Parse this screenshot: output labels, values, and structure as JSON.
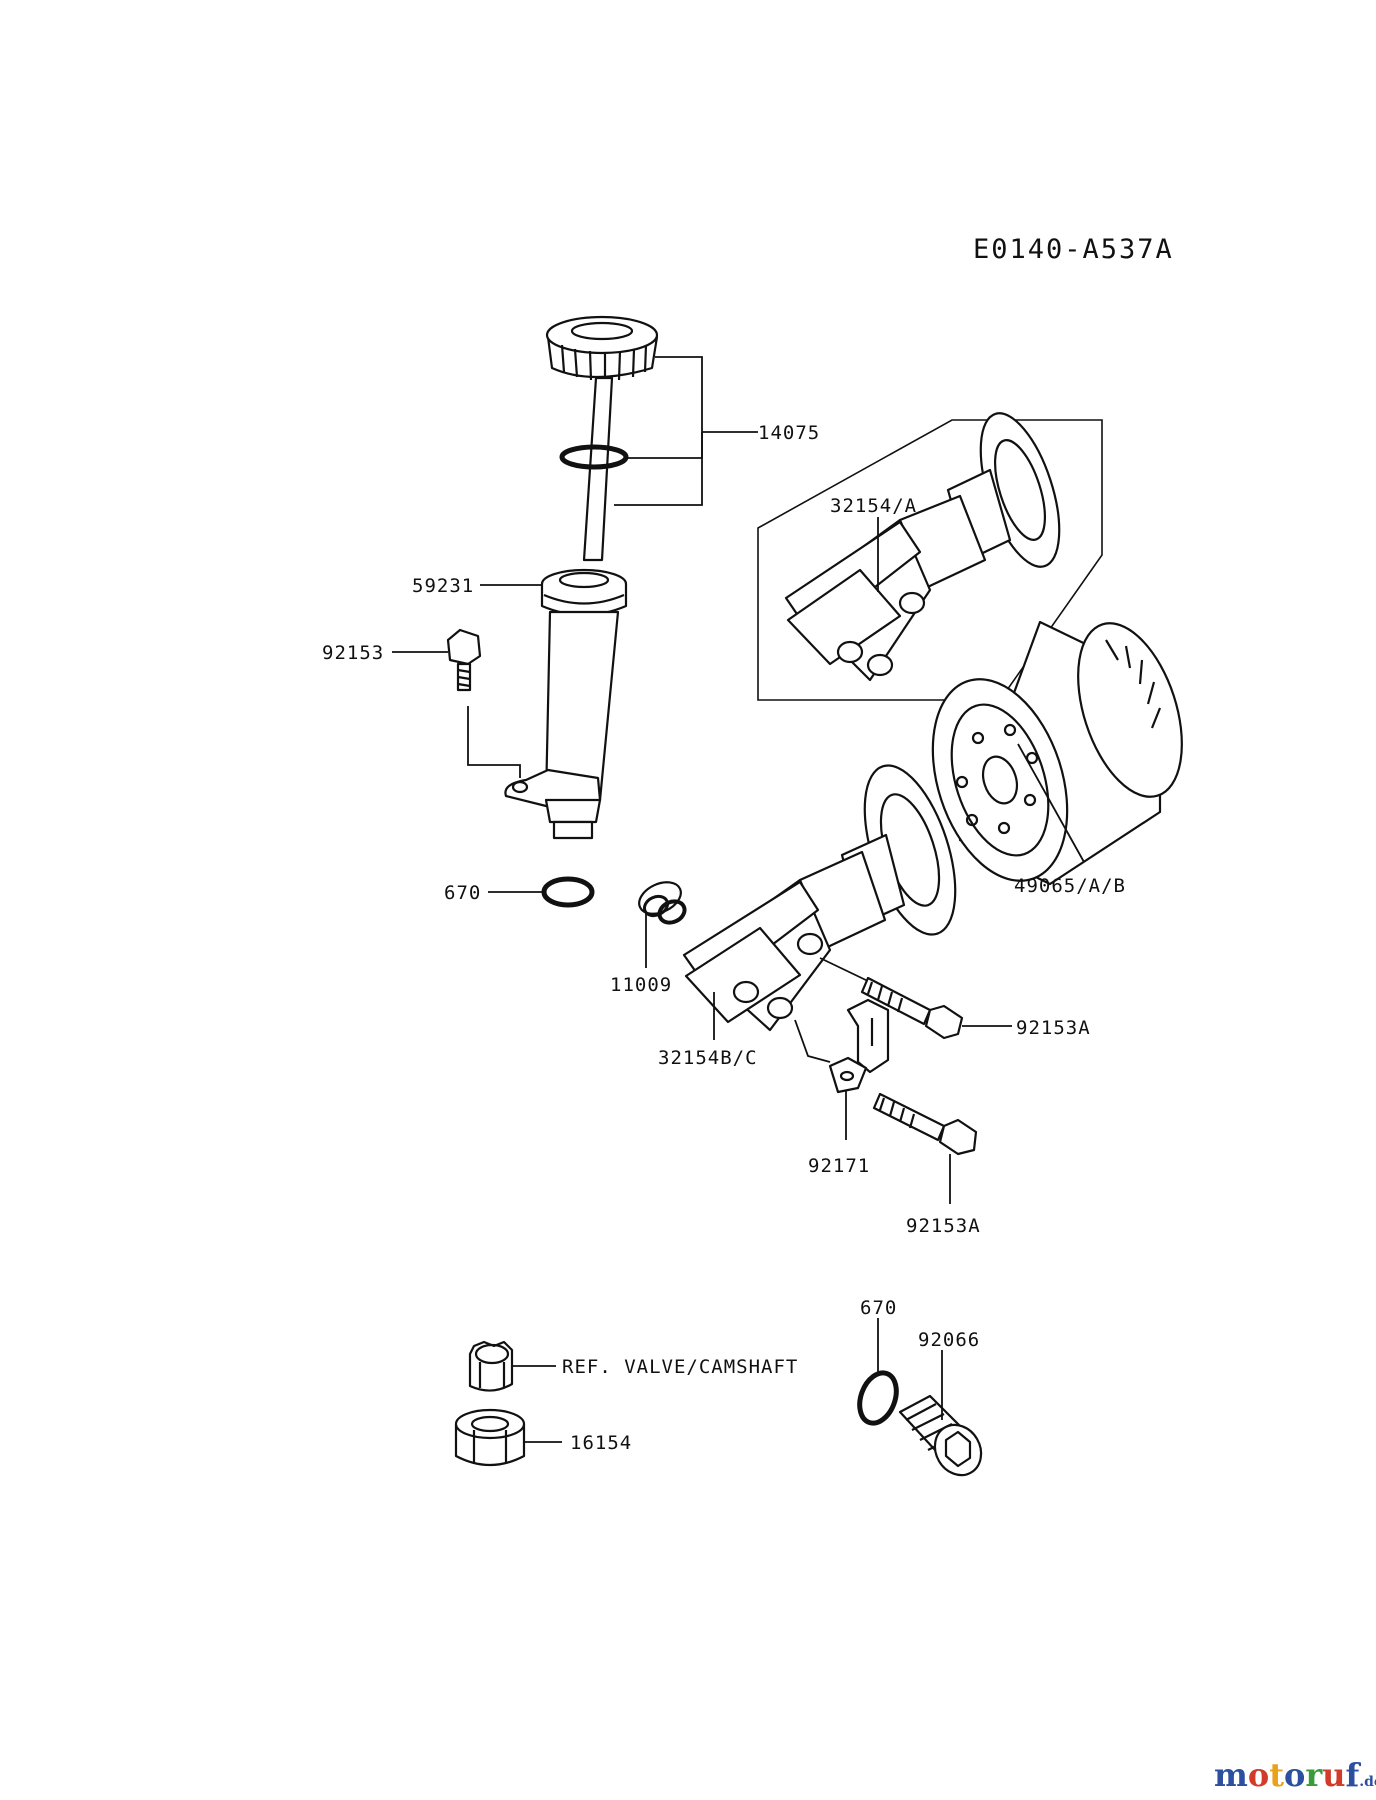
{
  "diagram_code": "E0140-A537A",
  "callouts": [
    {
      "id": "c14075",
      "text": "14075"
    },
    {
      "id": "c32154a",
      "text": "32154/A"
    },
    {
      "id": "c59231",
      "text": "59231"
    },
    {
      "id": "c92153",
      "text": "92153"
    },
    {
      "id": "c670a",
      "text": "670"
    },
    {
      "id": "c49065",
      "text": "49065/A/B"
    },
    {
      "id": "c11009",
      "text": "11009"
    },
    {
      "id": "c92153a1",
      "text": "92153A"
    },
    {
      "id": "c32154bc",
      "text": "32154B/C"
    },
    {
      "id": "c92171",
      "text": "92171"
    },
    {
      "id": "c92153a2",
      "text": "92153A"
    },
    {
      "id": "c670b",
      "text": "670"
    },
    {
      "id": "c92066",
      "text": "92066"
    },
    {
      "id": "cref",
      "text": "REF. VALVE/CAMSHAFT"
    },
    {
      "id": "c16154",
      "text": "16154"
    }
  ],
  "watermark": {
    "brand": "motoruf",
    "suffix": ".de",
    "colors": [
      "#2d4fa0",
      "#d23b2a",
      "#e8a21c",
      "#2d4fa0",
      "#3b9a3a",
      "#d23b2a",
      "#2d4fa0"
    ]
  }
}
